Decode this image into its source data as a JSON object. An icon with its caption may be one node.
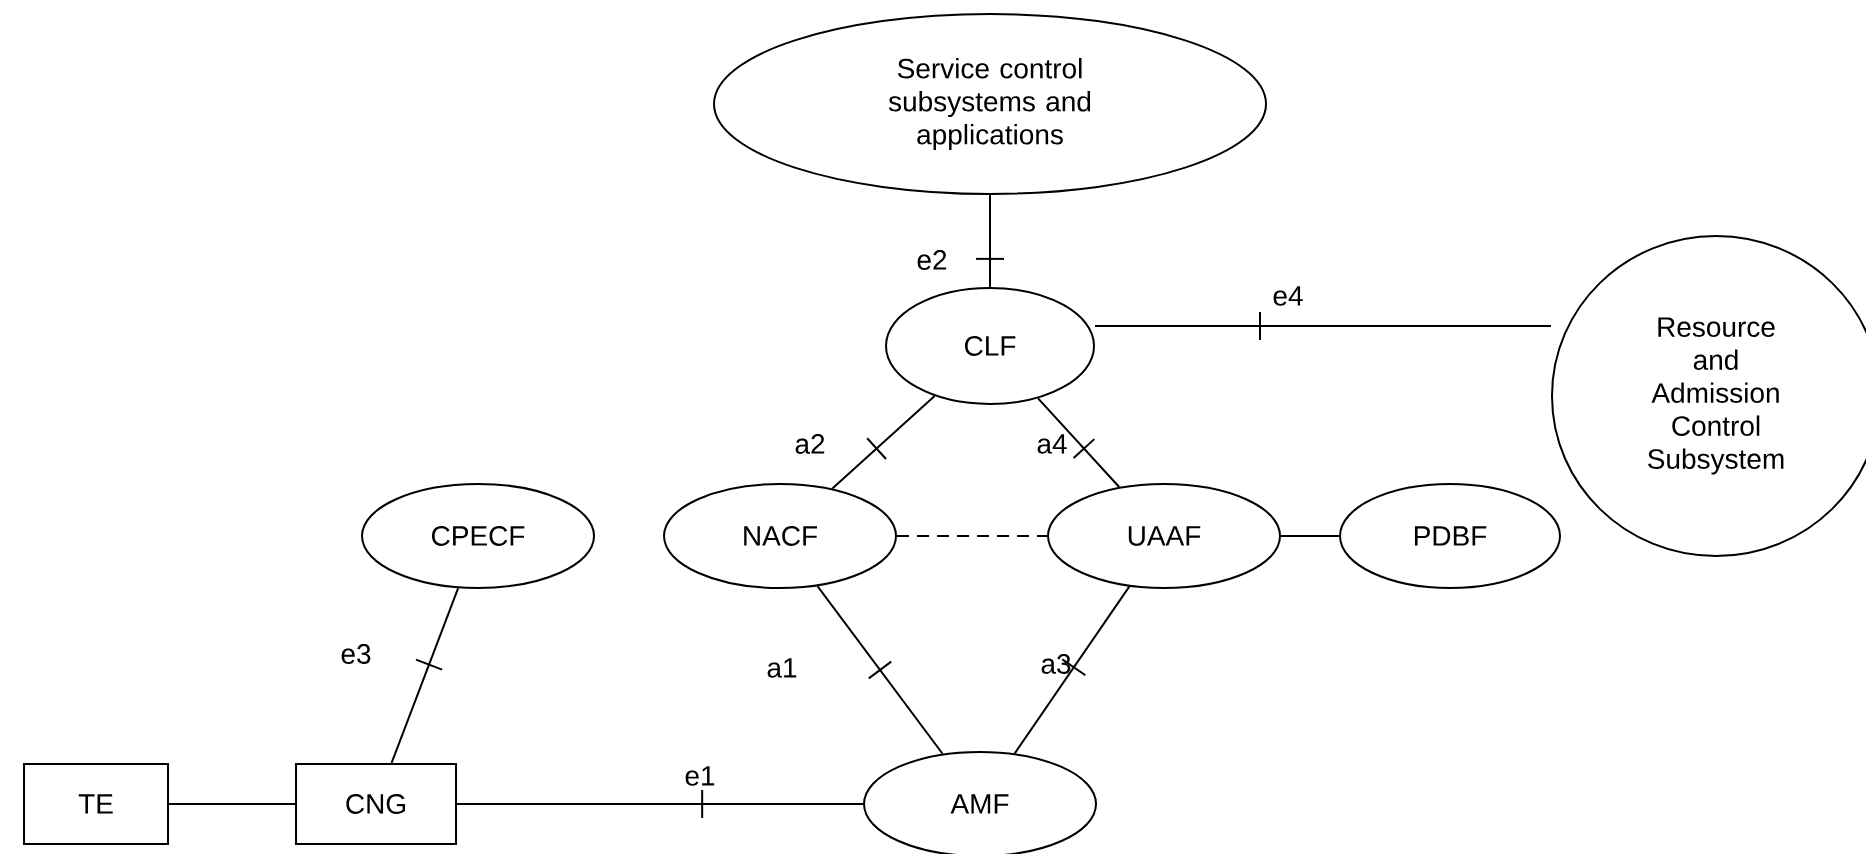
{
  "diagram": {
    "nodes": [
      {
        "text": [
          "Service control subsystems and applications"
        ]
      },
      {
        "text": [
          "CLF"
        ]
      },
      {
        "text": [
          "Resource and Admission Control Subsystem"
        ]
      },
      {
        "text": [
          "CPECF"
        ]
      },
      {
        "text": [
          "NACF"
        ]
      },
      {
        "text": [
          "UAAF"
        ]
      },
      {
        "text": [
          "PDBF"
        ]
      },
      {
        "text": [
          "TE"
        ]
      },
      {
        "text": [
          "CNG"
        ]
      },
      {
        "text": [
          "AMF"
        ]
      }
    ],
    "edges": [
      {
        "from": 0,
        "to": 1,
        "arrow": "none",
        "label": "e2"
      },
      {
        "from": 1,
        "to": 2,
        "arrow": "none",
        "label": "e4"
      },
      {
        "from": 1,
        "to": 4,
        "arrow": "none",
        "label": "a2"
      },
      {
        "from": 1,
        "to": 5,
        "arrow": "none",
        "label": "a4"
      },
      {
        "from": 4,
        "to": 5,
        "arrow": "none",
        "style": "dashed"
      },
      {
        "from": 5,
        "to": 6,
        "arrow": "none"
      },
      {
        "from": 3,
        "to": 8,
        "arrow": "none",
        "label": "e3"
      },
      {
        "from": 7,
        "to": 8,
        "arrow": "none"
      },
      {
        "from": 8,
        "to": 9,
        "arrow": "none",
        "label": "e1"
      },
      {
        "from": 4,
        "to": 9,
        "arrow": "none",
        "label": "a1"
      },
      {
        "from": 5,
        "to": 9,
        "arrow": "none",
        "label": "a3"
      }
    ]
  }
}
